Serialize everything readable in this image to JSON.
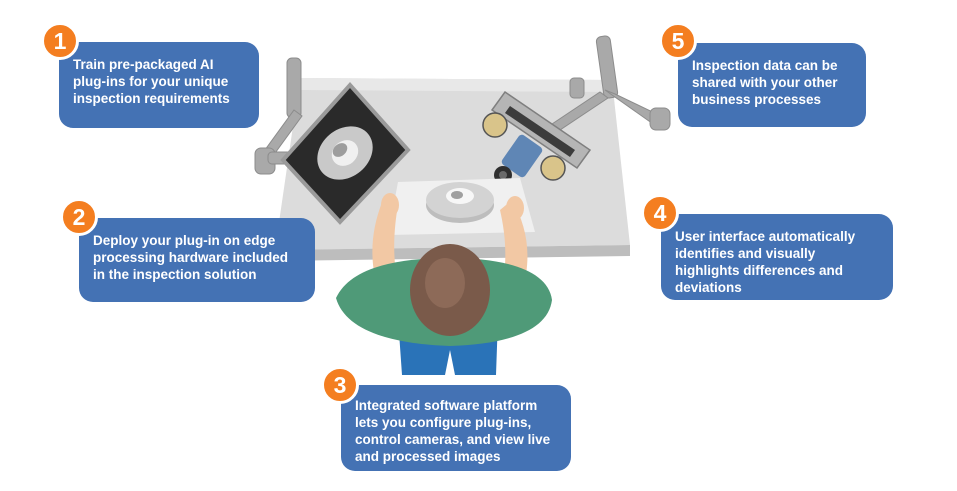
{
  "colors": {
    "callout_bg": "#4472b4",
    "badge_bg": "#f47e20",
    "table_top": "#d9d9d9",
    "shirt": "#4f9a78",
    "hair": "#7a5a4a",
    "jeans": "#2a73b8"
  },
  "steps": [
    {
      "number": "1",
      "text": "Train pre-packaged AI plug-ins for your unique inspection requirements"
    },
    {
      "number": "2",
      "text": "Deploy your plug-in on edge processing hardware included in the inspection solution"
    },
    {
      "number": "3",
      "text": "Integrated software platform lets you configure plug-ins, control cameras, and view live and processed images"
    },
    {
      "number": "4",
      "text": "User interface automatically identifies and visually highlights differences and deviations"
    },
    {
      "number": "5",
      "text": "Inspection data can be shared with your other business processes"
    }
  ],
  "illustration": {
    "icons": [
      "monitor-icon",
      "camera-rig-icon",
      "inspected-part-icon",
      "worker-icon"
    ]
  }
}
